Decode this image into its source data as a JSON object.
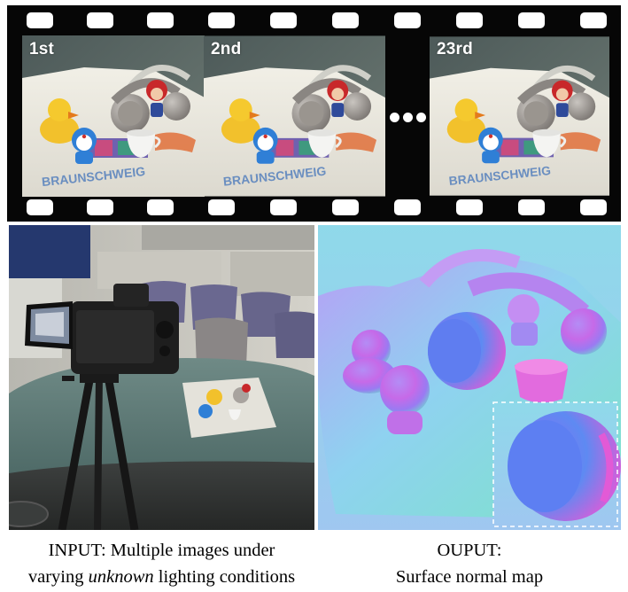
{
  "filmstrip": {
    "frames": [
      {
        "label": "1st"
      },
      {
        "label": "2nd"
      },
      {
        "label": "23rd"
      }
    ],
    "printed_text": "BRAUNSCHWEIG"
  },
  "captions": {
    "input": {
      "bold": "INPUT",
      "line1_rest": ": Multiple images under",
      "line2_before": "varying ",
      "line2_em": "unknown",
      "line2_after": " lighting conditions"
    },
    "output": {
      "line1": "OUPUT:",
      "line2": "Surface normal map"
    }
  },
  "colors": {
    "film_background": "#060606",
    "perforation": "#ffffff",
    "inset_border": "#ffffff"
  }
}
